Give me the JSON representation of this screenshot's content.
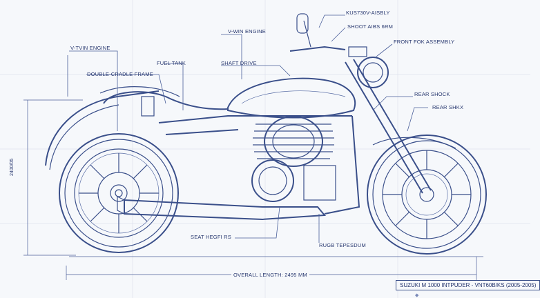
{
  "labels": {
    "vtwin_left": "V-TVIN ENGINE",
    "double_cradle": "DOUBLE-CRADLE FRAME",
    "fuel_tank": "FUEL TANK",
    "vtwin_mid": "V-WIN ENGINE",
    "shaft_drive": "SHAFT DRIVE",
    "top_right": "KUS730V-AISBLY",
    "shoot_abs": "SHOOT AIBS 6RM",
    "front_fork": "FRONT FOK ASSEMBLY",
    "rear_shock_1": "REAR SHOCK",
    "rear_shock_2": "REAR SHKX",
    "seat_height": "SEAT HEGFI RS",
    "rugb": "RUGB TEPESDUM",
    "overall_length": "OVERALL LENGTH: 2495 MM",
    "vertical_dim": "2400/05"
  },
  "title_block": "SUZUKI M 1000 INTPUDER - VNT60B/KS (2005-2005)",
  "watermark": "◆"
}
